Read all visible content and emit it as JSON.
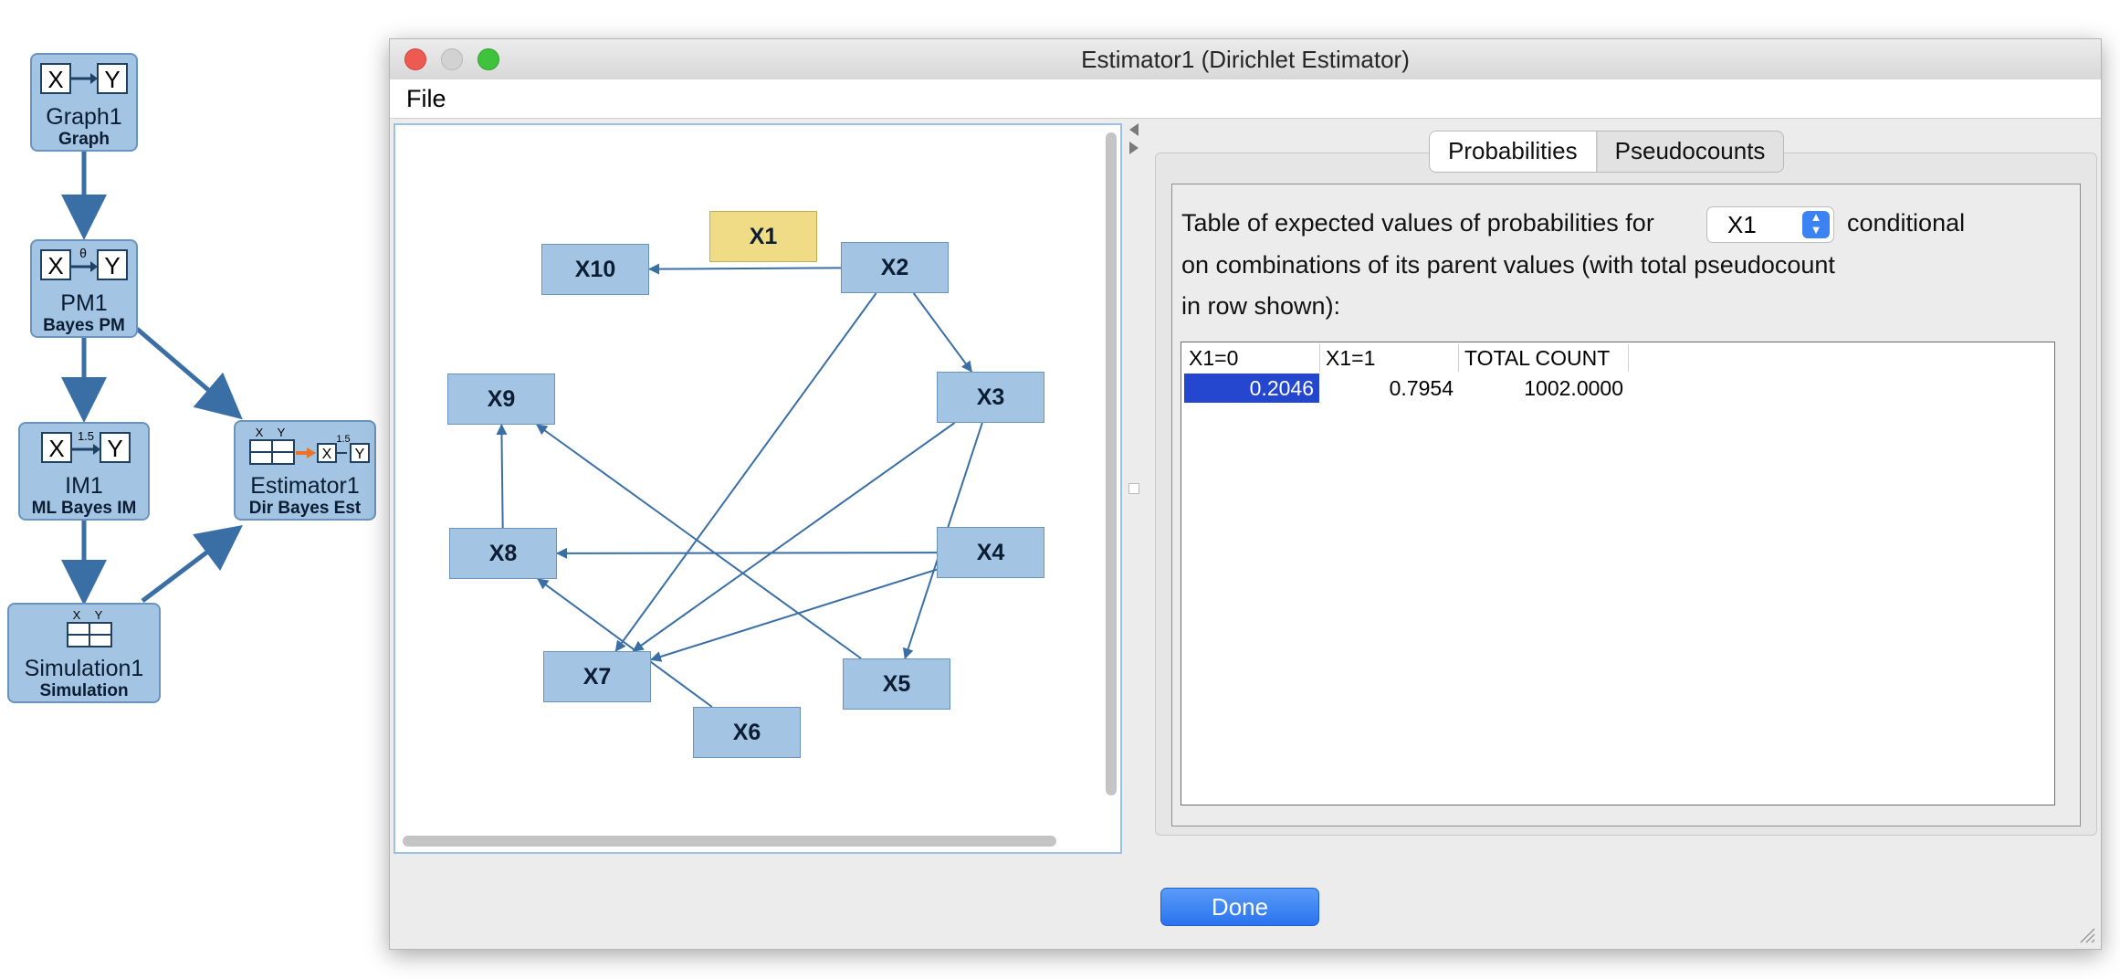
{
  "workflow": {
    "nodes": [
      {
        "name": "Graph1",
        "type": "Graph"
      },
      {
        "name": "PM1",
        "type": "Bayes PM"
      },
      {
        "name": "IM1",
        "type": "ML Bayes IM"
      },
      {
        "name": "Simulation1",
        "type": "Simulation"
      },
      {
        "name": "Estimator1",
        "type": "Dir Bayes Est"
      }
    ],
    "icon_text": {
      "x": "X",
      "y": "Y",
      "theta": "θ",
      "coef": "1.5"
    }
  },
  "window": {
    "title": "Estimator1 (Dirichlet Estimator)",
    "menu": {
      "file": "File"
    }
  },
  "graph": {
    "nodes": {
      "X1": "X1",
      "X2": "X2",
      "X3": "X3",
      "X4": "X4",
      "X5": "X5",
      "X6": "X6",
      "X7": "X7",
      "X8": "X8",
      "X9": "X9",
      "X10": "X10"
    },
    "selected_node": "X1",
    "edges": [
      [
        "X2",
        "X10"
      ],
      [
        "X2",
        "X3"
      ],
      [
        "X2",
        "X7"
      ],
      [
        "X3",
        "X7"
      ],
      [
        "X3",
        "X5"
      ],
      [
        "X4",
        "X8"
      ],
      [
        "X4",
        "X7"
      ],
      [
        "X5",
        "X9"
      ],
      [
        "X6",
        "X8"
      ],
      [
        "X8",
        "X9"
      ]
    ],
    "node_color": "#a3c5e3",
    "selected_color": "#f0dc86",
    "edge_color": "#3a6fa6"
  },
  "tabs": {
    "probabilities": "Probabilities",
    "pseudocounts": "Pseudocounts",
    "active": "Probabilities"
  },
  "description": {
    "part1": "Table of expected values of probabilities for",
    "part2": "conditional",
    "line2": "on combinations of its parent values (with total pseudocount",
    "line3": "in row shown):"
  },
  "variable_select": {
    "value": "X1"
  },
  "table": {
    "headers": [
      "X1=0",
      "X1=1",
      "TOTAL COUNT"
    ],
    "rows": [
      [
        "0.2046",
        "0.7954",
        "1002.0000"
      ]
    ],
    "selected_cell_color": "#2547cf"
  },
  "buttons": {
    "done": "Done"
  }
}
